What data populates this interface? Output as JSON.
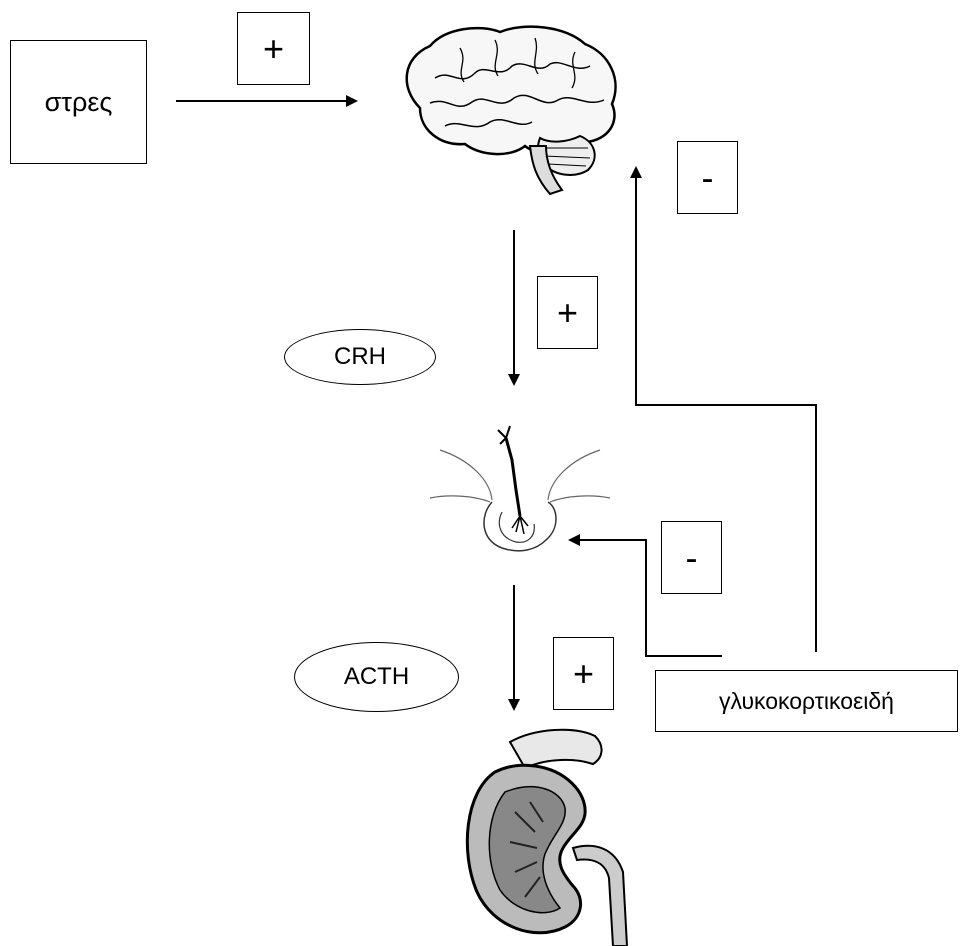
{
  "stress_label": "στρες",
  "hormones": {
    "crh": "CRH",
    "acth": "ACTH",
    "glucocorticoids": "γλυκοκορτικοειδή"
  },
  "signs": {
    "stress_to_brain": "+",
    "brain_to_pituitary": "+",
    "pituitary_to_adrenal": "+",
    "feedback_brain": "-",
    "feedback_pituitary": "-"
  },
  "organs": {
    "brain": "brain-illustration",
    "pituitary": "pituitary-illustration",
    "adrenal": "adrenal-kidney-illustration"
  }
}
